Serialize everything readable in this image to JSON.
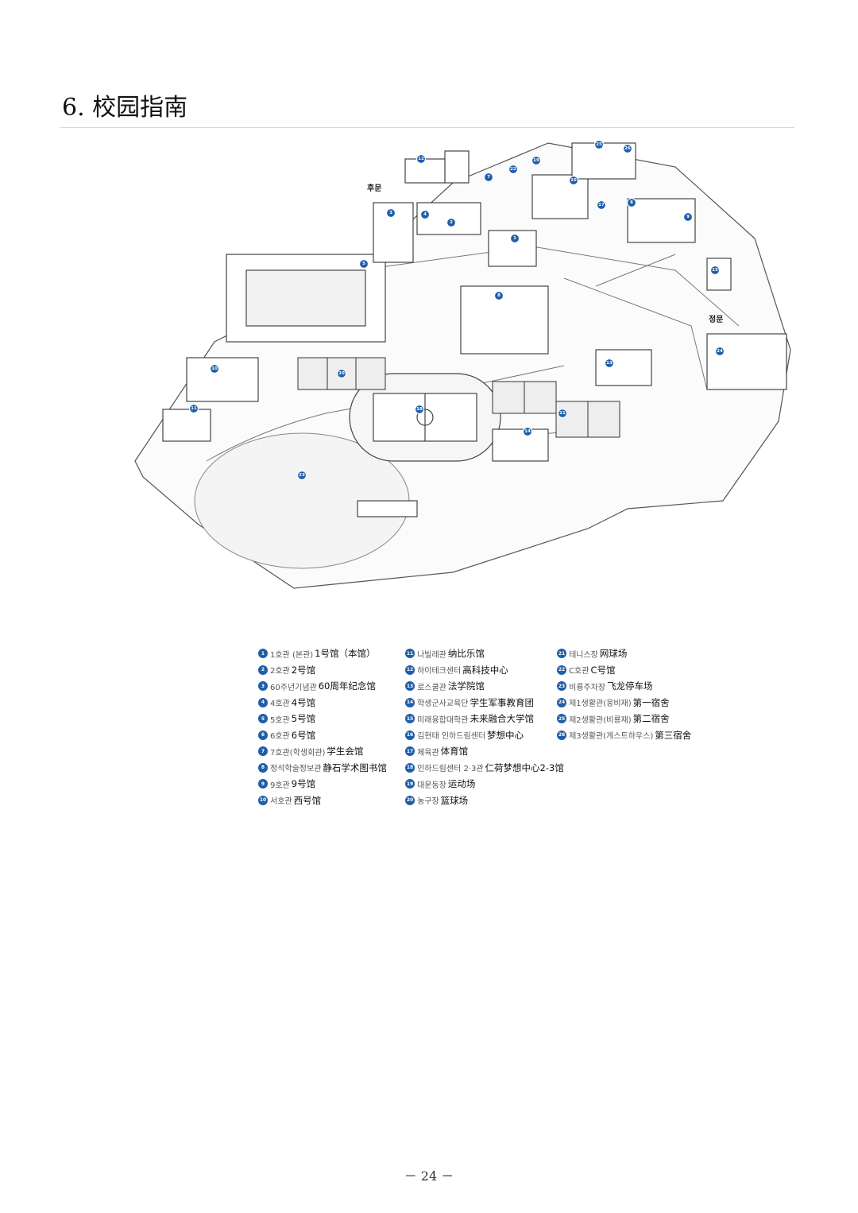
{
  "section_title": "6. 校园指南",
  "gate_labels": {
    "back_gate": "후문",
    "main_gate": "정문"
  },
  "colors": {
    "marker": "#1f5ea8",
    "line": "#444444"
  },
  "legend": [
    [
      {
        "num": "1",
        "ko": "1호관 (본관)",
        "cn": "1号馆（本馆）"
      },
      {
        "num": "2",
        "ko": "2호관",
        "cn": "2号馆"
      },
      {
        "num": "3",
        "ko": "60주년기념관",
        "cn": "60周年纪念馆"
      },
      {
        "num": "4",
        "ko": "4호관",
        "cn": "4号馆"
      },
      {
        "num": "5",
        "ko": "5호관",
        "cn": "5号馆"
      },
      {
        "num": "6",
        "ko": "6호관",
        "cn": "6号馆"
      },
      {
        "num": "7",
        "ko": "7호관(학생회관)",
        "cn": "学生会馆"
      },
      {
        "num": "8",
        "ko": "정석학술정보관",
        "cn": "静石学术图书馆"
      },
      {
        "num": "9",
        "ko": "9호관",
        "cn": "9号馆"
      },
      {
        "num": "10",
        "ko": "서호관",
        "cn": "西号馆"
      }
    ],
    [
      {
        "num": "11",
        "ko": "나빌레관",
        "cn": "纳比乐馆"
      },
      {
        "num": "12",
        "ko": "하이테크센터",
        "cn": "高科技中心"
      },
      {
        "num": "13",
        "ko": "로스쿨관",
        "cn": "法学院馆"
      },
      {
        "num": "14",
        "ko": "학생군사교육단",
        "cn": "学生军事教育团"
      },
      {
        "num": "15",
        "ko": "미래융합대학관",
        "cn": "未来融合大学馆"
      },
      {
        "num": "16",
        "ko": "김현태 인하드림센터",
        "cn": "梦想中心"
      },
      {
        "num": "17",
        "ko": "체육관",
        "cn": "体育馆"
      },
      {
        "num": "18",
        "ko": "인하드림센터 2·3관",
        "cn": "仁荷梦想中心2-3馆"
      },
      {
        "num": "19",
        "ko": "대운동장",
        "cn": "运动场"
      },
      {
        "num": "20",
        "ko": "농구장",
        "cn": "篮球场"
      }
    ],
    [
      {
        "num": "21",
        "ko": "테니스장",
        "cn": "网球场"
      },
      {
        "num": "22",
        "ko": "C호관",
        "cn": "C号馆"
      },
      {
        "num": "23",
        "ko": "비룡주차장",
        "cn": "飞龙停车场"
      },
      {
        "num": "24",
        "ko": "제1생활관(웅비재)",
        "cn": "第一宿舍"
      },
      {
        "num": "25",
        "ko": "제2생활관(비룡재)",
        "cn": "第二宿舍"
      },
      {
        "num": "26",
        "ko": "제3생활관(게스트하우스)",
        "cn": "第三宿舍"
      }
    ]
  ],
  "page_number": "－ 24 －"
}
